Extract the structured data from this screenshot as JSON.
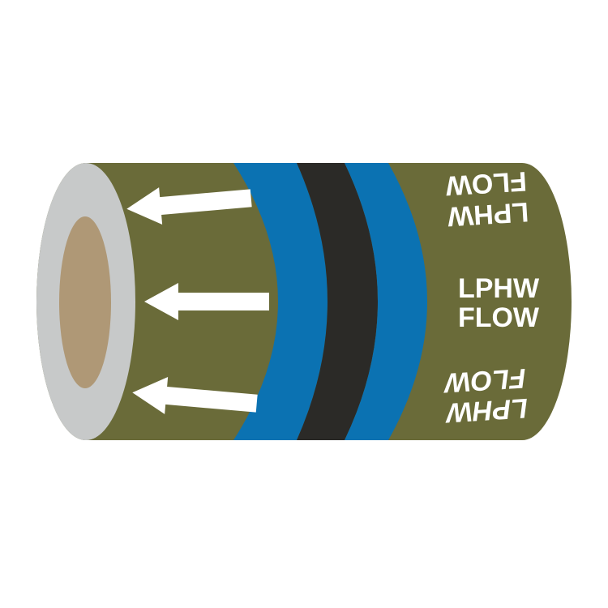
{
  "label": {
    "line1": "LPHW",
    "line2": "FLOW"
  },
  "arrows": {
    "direction": "left",
    "count": 3
  },
  "colors": {
    "background": "#FFFFFF",
    "tape_body_olive": "#6A6B39",
    "band_blue": "#0B72B2",
    "band_black": "#2B2A27",
    "roll_side_grey": "#C7C9C9",
    "roll_core_tan": "#AF9876",
    "marking_white": "#FFFFFF"
  }
}
